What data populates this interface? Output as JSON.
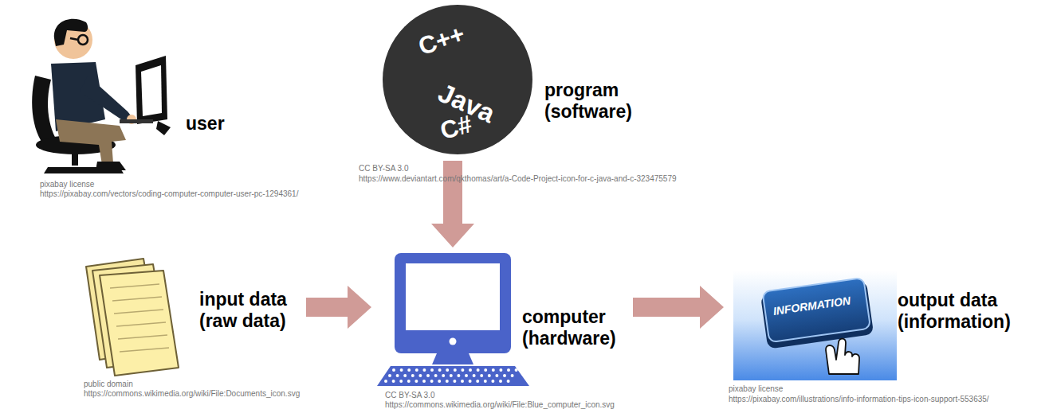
{
  "diagram": {
    "nodes": [
      {
        "text": [
          "user"
        ]
      },
      {
        "text": [
          "C++",
          "Java",
          "C#",
          "program (software)"
        ]
      },
      {
        "text": [
          "input data (raw data)"
        ]
      },
      {
        "text": [
          "computer (hardware)"
        ]
      },
      {
        "text": [
          "INFORMATION",
          "output data (information)"
        ]
      }
    ],
    "edges": [
      {
        "from": 1,
        "to": 3,
        "arrow": "to"
      },
      {
        "from": 2,
        "to": 3,
        "arrow": "to"
      },
      {
        "from": 3,
        "to": 4,
        "arrow": "to"
      }
    ],
    "labels": [
      "pixabay license",
      "https://pixabay.com/vectors/coding-computer-computer-user-pc-1294361/",
      "CC BY-SA 3.0",
      "https://www.deviantart.com/qkthomas/art/a-Code-Project-icon-for-c-java-and-c-323475579",
      "public domain",
      "https://commons.wikimedia.org/wiki/File:Documents_icon.svg",
      "CC BY-SA 3.0",
      "https://commons.wikimedia.org/wiki/File:Blue_computer_icon.svg",
      "pixabay license",
      "https://pixabay.com/illustrations/info-information-tips-icon-support-553635/"
    ]
  }
}
